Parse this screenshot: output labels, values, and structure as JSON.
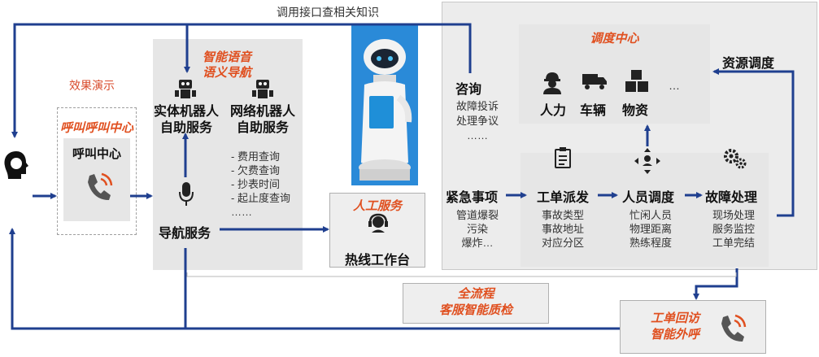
{
  "top_label": "调用接口查相关知识",
  "demo_label": "效果演示",
  "call_center": {
    "header": "呼叫呼叫中心",
    "title": "呼叫中心"
  },
  "voice_nav": {
    "header_line1": "智能语音",
    "header_line2": "语义导航",
    "physical_robot_line1": "实体机器人",
    "physical_robot_line2": "自助服务",
    "network_robot_line1": "网络机器人",
    "network_robot_line2": "自助服务",
    "items": [
      "- 费用查询",
      "- 欠费查询",
      "- 抄表时间",
      "- 起止度查询",
      "……"
    ],
    "nav_service": "导航服务"
  },
  "manual_service": {
    "header": "人工服务",
    "workstation": "热线工作台"
  },
  "consult": {
    "title": "咨询",
    "items": [
      "故障投诉",
      "处理争议",
      "……"
    ]
  },
  "dispatch_center": {
    "header": "调度中心",
    "items": [
      "人力",
      "车辆",
      "物资"
    ],
    "more": "…"
  },
  "resource_dispatch": "资源调度",
  "emergency": {
    "title": "紧急事项",
    "items": [
      "管道爆裂",
      "污染",
      "爆炸…"
    ]
  },
  "work_order": {
    "title": "工单派发",
    "items": [
      "事故类型",
      "事故地址",
      "对应分区"
    ]
  },
  "personnel": {
    "title": "人员调度",
    "items": [
      "忙闲人员",
      "物理距离",
      "熟练程度"
    ]
  },
  "fault": {
    "title": "故障处理",
    "items": [
      "现场处理",
      "服务监控",
      "工单完结"
    ]
  },
  "quality": {
    "line1": "全流程",
    "line2": "客服智能质检"
  },
  "callback": {
    "line1": "工单回访",
    "line2": "智能外呼"
  },
  "colors": {
    "arrow": "#1f3f8f",
    "accent_red": "#e05020",
    "panel_gray": "#e6e6e6"
  },
  "icons": [
    "user-head-icon",
    "phone-icon",
    "robot-icon",
    "microphone-icon",
    "headset-icon",
    "worker-icon",
    "truck-icon",
    "boxes-icon",
    "clipboard-icon",
    "dispatch-arrows-icon",
    "gears-icon"
  ]
}
